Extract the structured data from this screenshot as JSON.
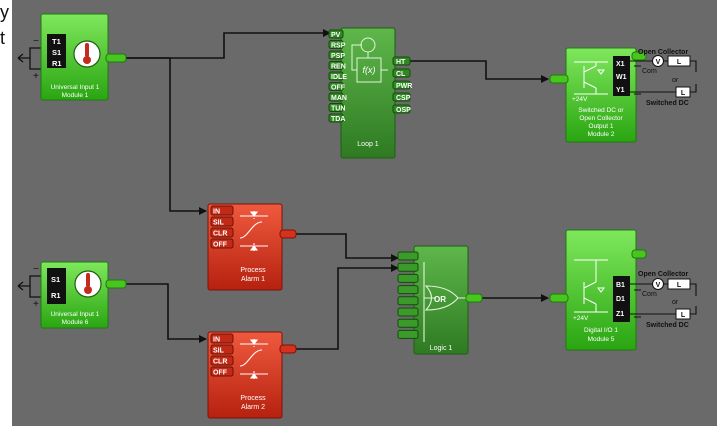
{
  "edge_fragments": {
    "top": "y",
    "middle": "t"
  },
  "colors": {
    "canvas": "#6a6a6a",
    "green": "#3cc21f",
    "red": "#d5311c",
    "wire": "#111111"
  },
  "input1": {
    "pins": [
      "T1",
      "S1",
      "R1"
    ],
    "title": "Universal Input 1",
    "subtitle": "Module 1",
    "icon": "thermometer-icon",
    "minus": "−",
    "plus": "+"
  },
  "input2": {
    "pins": [
      "S1",
      "R1"
    ],
    "title": "Universal Input 1",
    "subtitle": "Module 6",
    "icon": "thermometer-icon",
    "minus": "−",
    "plus": "+"
  },
  "loop": {
    "inputs": [
      "PV",
      "RSP",
      "PSP",
      "REN",
      "IDLE",
      "OFF",
      "MAN",
      "TUN",
      "TDA"
    ],
    "outputs": [
      "HT",
      "CL",
      "PWR",
      "CSP",
      "OSP"
    ],
    "title": "Loop 1",
    "func": "f(x)",
    "icon": "pid-icon"
  },
  "alarm1": {
    "inputs": [
      "IN",
      "SIL",
      "CLR",
      "OFF"
    ],
    "title": "Process",
    "subtitle": "Alarm 1",
    "icon": "alarm-band-icon"
  },
  "alarm2": {
    "inputs": [
      "IN",
      "SIL",
      "CLR",
      "OFF"
    ],
    "title": "Process",
    "subtitle": "Alarm 2",
    "icon": "alarm-band-icon"
  },
  "logic": {
    "gate": "OR",
    "title": "Logic 1",
    "input_count": 8,
    "icon": "or-gate-icon"
  },
  "output1": {
    "pins": [
      "X1",
      "W1",
      "Y1"
    ],
    "title1": "Switched DC or",
    "title2": "Open Collector",
    "title3": "Output 1",
    "title4": "Module 2",
    "com": "Com",
    "supply": "+24V",
    "icon": "transistor-icon"
  },
  "dio": {
    "pins": [
      "B1",
      "D1",
      "Z1"
    ],
    "title1": "Digital I/O 1",
    "title2": "Module 5",
    "com": "Com",
    "supply": "+24V",
    "icon": "transistor-icon"
  },
  "legend1": {
    "oc": "Open Collector",
    "v": "V",
    "l": "L",
    "or": "or",
    "sdc": "Switched DC"
  },
  "legend2": {
    "oc": "Open Collector",
    "v": "V",
    "l": "L",
    "or": "or",
    "sdc": "Switched DC"
  }
}
